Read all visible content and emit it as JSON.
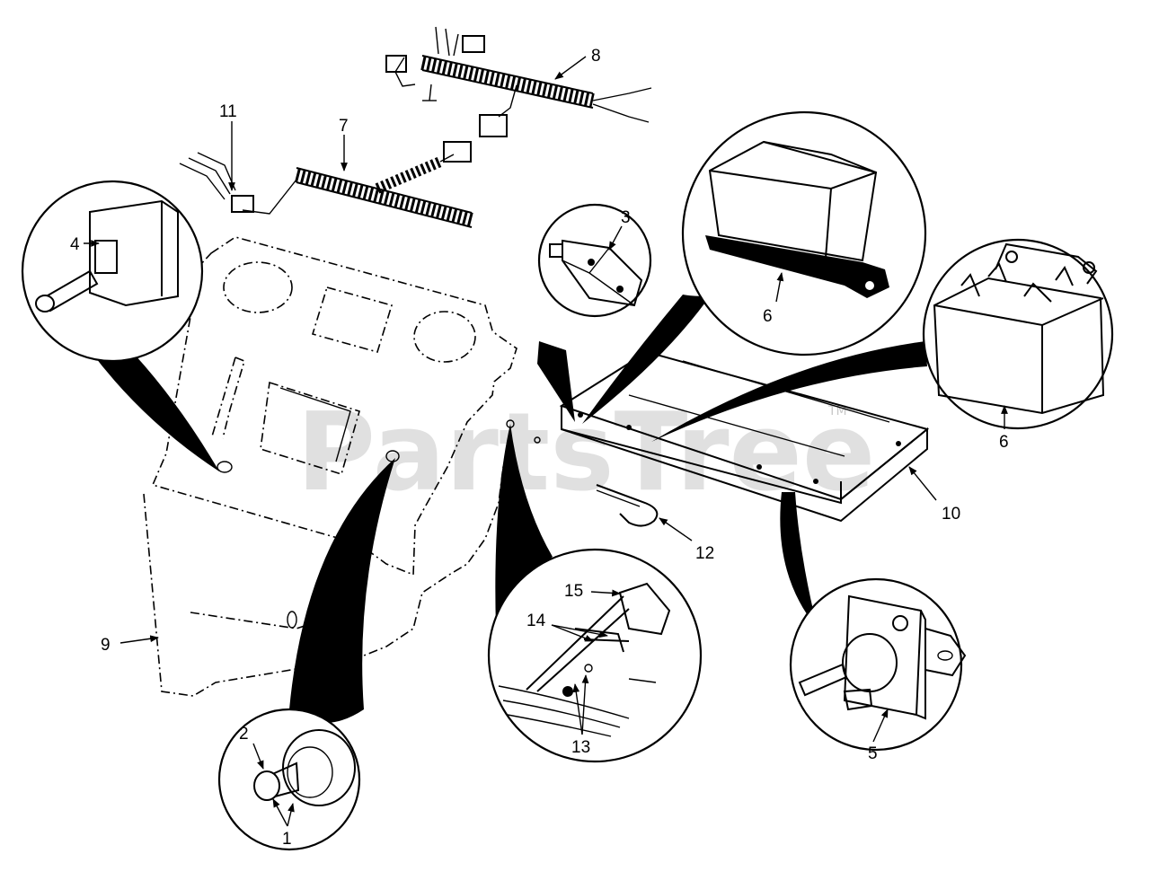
{
  "watermark": {
    "text": "PartsTree",
    "trademark": "TM"
  },
  "callouts": {
    "c1": "1",
    "c2": "2",
    "c3": "3",
    "c4": "4",
    "c5": "5",
    "c6a": "6",
    "c6b": "6",
    "c7": "7",
    "c8": "8",
    "c9": "9",
    "c10": "10",
    "c11": "11",
    "c12": "12",
    "c13": "13",
    "c14": "14",
    "c15": "15"
  }
}
